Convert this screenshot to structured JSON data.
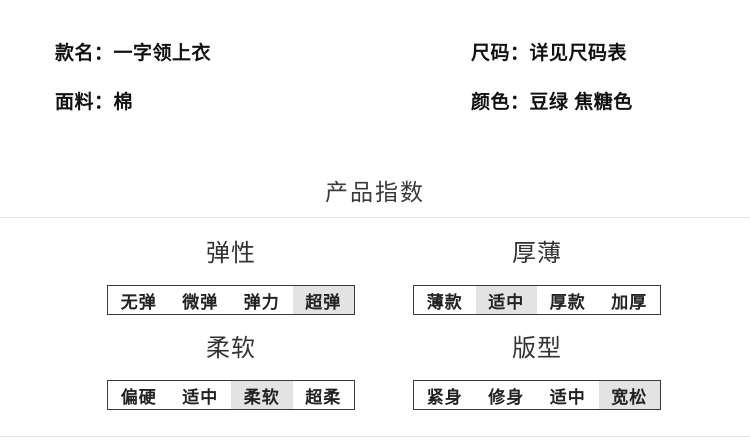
{
  "product_info": {
    "left": [
      {
        "label": "款名：",
        "value": "一字领上衣"
      },
      {
        "label": "面料：",
        "value": "棉"
      }
    ],
    "right": [
      {
        "label": "尺码：",
        "value": "详见尺码表"
      },
      {
        "label": "颜色：",
        "value": "豆绿 焦糖色"
      }
    ]
  },
  "section_title": "产品指数",
  "index_groups": [
    {
      "name": "elasticity",
      "title": "弹性",
      "options": [
        "无弹",
        "微弹",
        "弹力",
        "超弹"
      ],
      "selected": 3
    },
    {
      "name": "thickness",
      "title": "厚薄",
      "options": [
        "薄款",
        "适中",
        "厚款",
        "加厚"
      ],
      "selected": 1
    },
    {
      "name": "softness",
      "title": "柔软",
      "options": [
        "偏硬",
        "适中",
        "柔软",
        "超柔"
      ],
      "selected": 2
    },
    {
      "name": "fit",
      "title": "版型",
      "options": [
        "紧身",
        "修身",
        "适中",
        "宽松"
      ],
      "selected": 3
    }
  ],
  "colors": {
    "highlight": "#e3e3e3",
    "box_border": "#3a3a3a",
    "divider": "#e2e2e2",
    "text_primary": "#111111",
    "text_secondary": "#333333"
  }
}
